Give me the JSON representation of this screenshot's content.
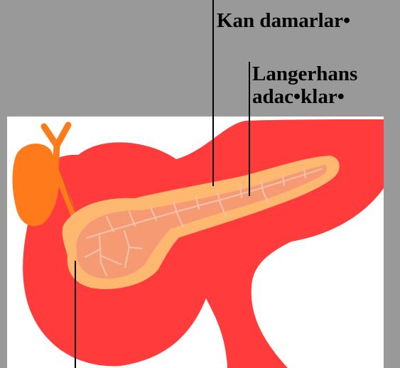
{
  "labels": {
    "kan_damarlari": "Kan damarlar•",
    "langerhans_line1": "Langerhans",
    "langerhans_line2": "adac•klar•"
  },
  "colors": {
    "background": "#999999",
    "panel": "#ffffff",
    "organ_red": "#ff3b3b",
    "gallbladder_orange": "#ff7a1a",
    "pancreas_light": "#ffb870",
    "pancreas_salmon": "#f59a72",
    "duct_lines": "#f2c0a8"
  }
}
